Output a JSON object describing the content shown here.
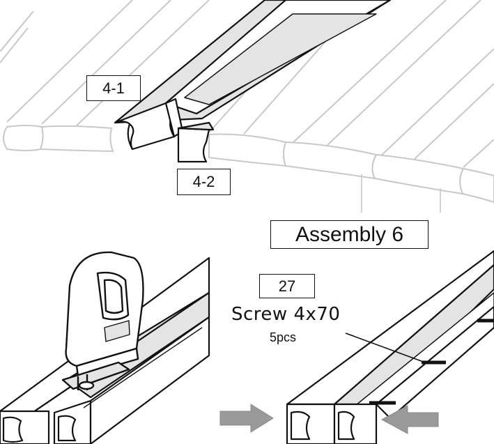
{
  "labels": {
    "part_a": "4-1",
    "part_b": "4-2",
    "assembly_title": "Assembly 6",
    "part_number": "27",
    "screw_name": "Screw 4x70",
    "screw_quantity": "5pcs"
  },
  "colors": {
    "line": "#111111",
    "light_line": "#c8c8c8",
    "panel_fill": "#e4e4e4",
    "arrow": "#9a9a9a"
  },
  "icons": [
    "jigsaw-tool-icon",
    "push-arrow-right-icon",
    "push-arrow-left-icon"
  ]
}
